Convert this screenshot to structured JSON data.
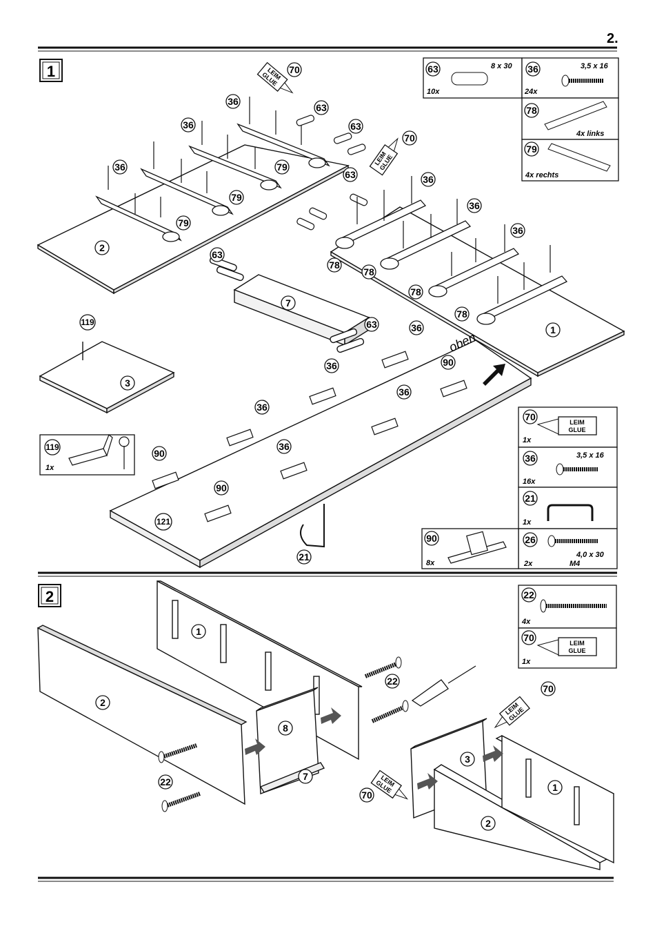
{
  "page": {
    "number": "2."
  },
  "steps": [
    {
      "number": "1",
      "panels": [
        "2",
        "1",
        "7",
        "3",
        "121"
      ],
      "callouts": [
        "70",
        "63",
        "36",
        "79",
        "78",
        "119",
        "90",
        "21",
        "oben"
      ],
      "parts_box_top": [
        {
          "code": "63",
          "size": "8 x 30",
          "qty": "10x",
          "icon": "dowel-icon"
        },
        {
          "code": "36",
          "size": "3,5 x 16",
          "qty": "24x",
          "icon": "screw-icon"
        },
        {
          "code": "78",
          "size": "",
          "qty": "4x links",
          "icon": "runner-left-icon"
        },
        {
          "code": "79",
          "size": "",
          "qty": "4x rechts",
          "icon": "runner-right-icon"
        }
      ],
      "parts_box_mid": [
        {
          "code": "70",
          "size": "",
          "qty": "1x",
          "icon": "glue-bottle-icon",
          "label1": "LEIM",
          "label2": "GLUE"
        },
        {
          "code": "36",
          "size": "3,5 x 16",
          "qty": "16x",
          "icon": "screw-icon"
        },
        {
          "code": "21",
          "size": "",
          "qty": "1x",
          "icon": "handle-icon"
        },
        {
          "code": "26",
          "size": "4,0 x 30",
          "size2": "M4",
          "qty": "2x",
          "icon": "screw-long-icon"
        },
        {
          "code": "90",
          "size": "",
          "qty": "8x",
          "icon": "clip-icon"
        }
      ],
      "parts_box_left": {
        "code": "119",
        "qty": "1x",
        "icon": "angle-bracket-icon"
      }
    },
    {
      "number": "2",
      "panels": [
        "1",
        "2",
        "8",
        "7",
        "3"
      ],
      "callouts": [
        "22",
        "70"
      ],
      "parts_box": [
        {
          "code": "22",
          "qty": "4x",
          "icon": "bolt-icon"
        },
        {
          "code": "70",
          "qty": "1x",
          "icon": "glue-bottle-icon",
          "label1": "LEIM",
          "label2": "GLUE"
        }
      ]
    }
  ],
  "glue_label": {
    "line1": "LEIM",
    "line2": "GLUE"
  }
}
